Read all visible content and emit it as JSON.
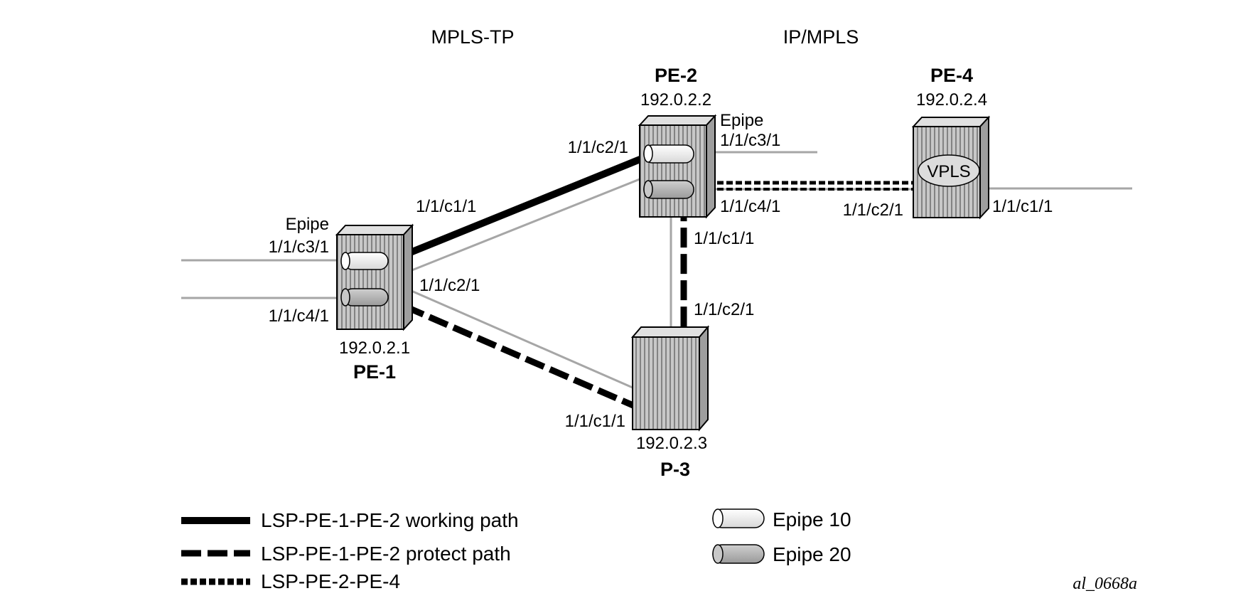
{
  "regions": {
    "left": "MPLS-TP",
    "right": "IP/MPLS"
  },
  "nodes": {
    "pe1": {
      "name": "PE-1",
      "ip": "192.0.2.1"
    },
    "pe2": {
      "name": "PE-2",
      "ip": "192.0.2.2"
    },
    "p3": {
      "name": "P-3",
      "ip": "192.0.2.3"
    },
    "pe4": {
      "name": "PE-4",
      "ip": "192.0.2.4",
      "service": "VPLS"
    }
  },
  "ports": {
    "pe1_epipe": "Epipe",
    "pe1_c3": "1/1/c3/1",
    "pe1_c4": "1/1/c4/1",
    "pe1_c1": "1/1/c1/1",
    "pe1_c2": "1/1/c2/1",
    "pe2_c2": "1/1/c2/1",
    "pe2_epipe": "Epipe",
    "pe2_c3": "1/1/c3/1",
    "pe2_c4": "1/1/c4/1",
    "pe2_c1": "1/1/c1/1",
    "p3_c2": "1/1/c2/1",
    "p3_c1": "1/1/c1/1",
    "pe4_c2": "1/1/c2/1",
    "pe4_c1": "1/1/c1/1"
  },
  "legend": {
    "working": "LSP-PE-1-PE-2 working path",
    "protect": "LSP-PE-1-PE-2 protect path",
    "lsp24": "LSP-PE-2-PE-4",
    "epipe10": "Epipe 10",
    "epipe20": "Epipe 20"
  },
  "colors": {
    "link": "#a6a6a6",
    "lsp": "#000000",
    "epipe10": "#e8e8e8",
    "epipe20": "#b3b3b3",
    "router": "#c8c8c8"
  },
  "figure_id": "al_0668a"
}
